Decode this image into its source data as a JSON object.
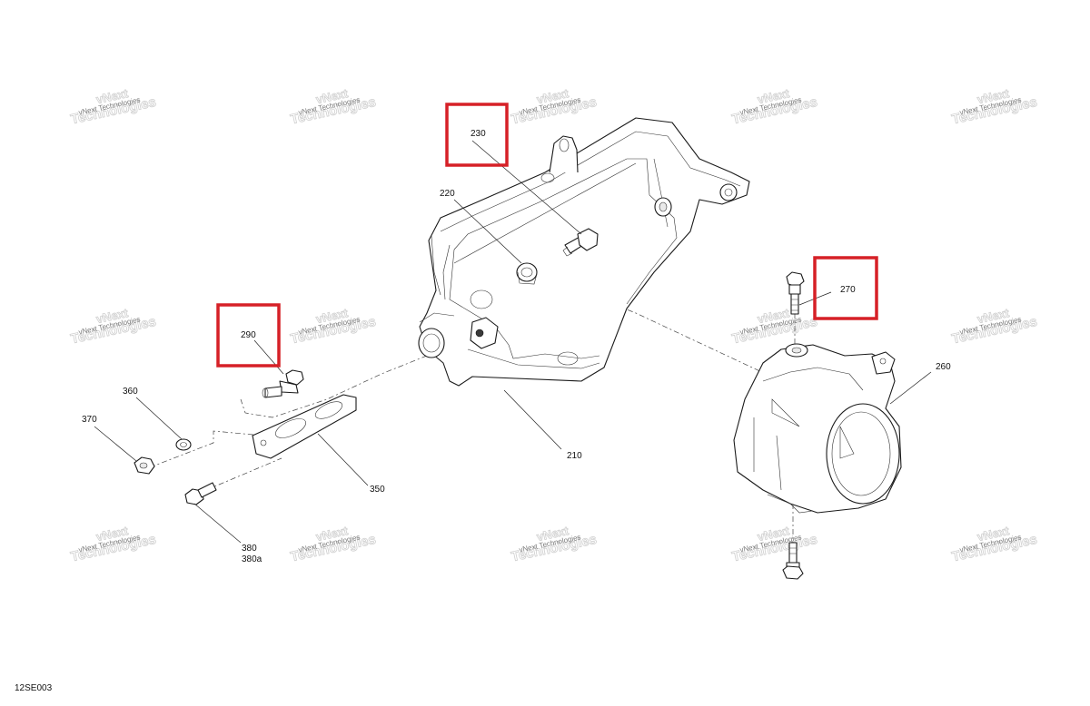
{
  "watermark": {
    "line1": "vNext",
    "line2": "Technologies",
    "small": "vNext Technologies"
  },
  "callouts": {
    "p210": "210",
    "p220": "220",
    "p230": "230",
    "p260": "260",
    "p270": "270",
    "p290": "290",
    "p350": "350",
    "p360": "360",
    "p370": "370",
    "p380": "380",
    "p380a": "380a"
  },
  "highlighted_callouts": [
    "230",
    "270",
    "290"
  ],
  "highlight_color": "#d62027",
  "diagram_code": "12SE003"
}
